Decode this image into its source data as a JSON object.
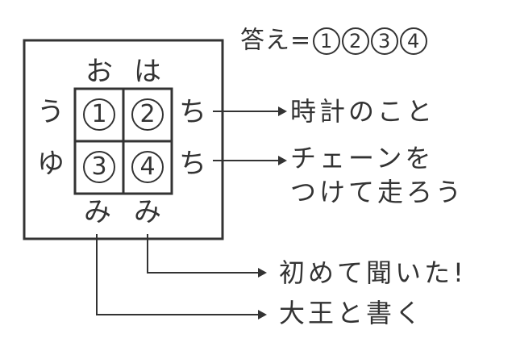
{
  "answer": {
    "label": "答え",
    "equals": "=",
    "numbers": [
      "1",
      "2",
      "3",
      "4"
    ]
  },
  "puzzle": {
    "top": [
      "お",
      "は"
    ],
    "left": [
      "う",
      "ゆ"
    ],
    "right": [
      "ち",
      "ち"
    ],
    "bottom": [
      "み",
      "み"
    ],
    "cells": [
      "1",
      "2",
      "3",
      "4"
    ]
  },
  "hints": {
    "row1": "時計のこと",
    "row2_line1": "チェーンを",
    "row2_line2": "つけて走ろう",
    "bottom_right": "初めて聞いた!",
    "bottom_left": "大王と書く"
  },
  "colors": {
    "ink": "#333333",
    "background": "#ffffff"
  }
}
